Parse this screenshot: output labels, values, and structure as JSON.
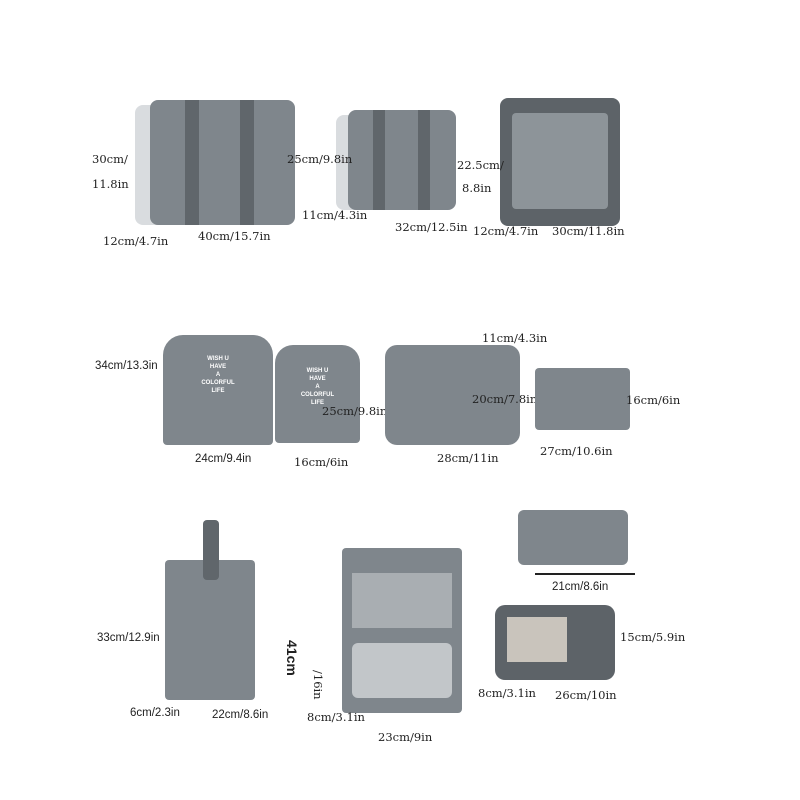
{
  "bag_print": [
    "WISH U",
    "HAVE",
    "A",
    "COLORFUL",
    "LIFE"
  ],
  "row1": {
    "a_h": "30cm/",
    "a_h2": "11.8in",
    "a_d": "12cm/4.7in",
    "a_w": "40cm/15.7in",
    "b_h": "25cm/9.8in",
    "b_d": "11cm/4.3in",
    "b_w": "32cm/12.5in",
    "c_h": "22.5cm/",
    "c_h2": "8.8in",
    "c_d": "12cm/4.7in",
    "c_w": "30cm/11.8in"
  },
  "row2": {
    "a_h": "34cm/13.3in",
    "a_w": "24cm/9.4in",
    "b_h": "25cm/9.8in",
    "b_w": "16cm/6in",
    "c_d": "11cm/4.3in",
    "c_h": "20cm/7.8in",
    "c_w": "28cm/11in",
    "d_h": "16cm/6in",
    "d_w": "27cm/10.6in"
  },
  "row3": {
    "a_h": "33cm/12.9in",
    "a_d": "6cm/2.3in",
    "a_w": "22cm/8.6in",
    "b_h": "41cm",
    "b_h2": "/16in",
    "b_d": "8cm/3.1in",
    "b_w": "23cm/9in",
    "c_w": "21cm/8.6in",
    "d_h": "15cm/5.9in",
    "d_d": "8cm/3.1in",
    "d_w": "26cm/10in"
  }
}
